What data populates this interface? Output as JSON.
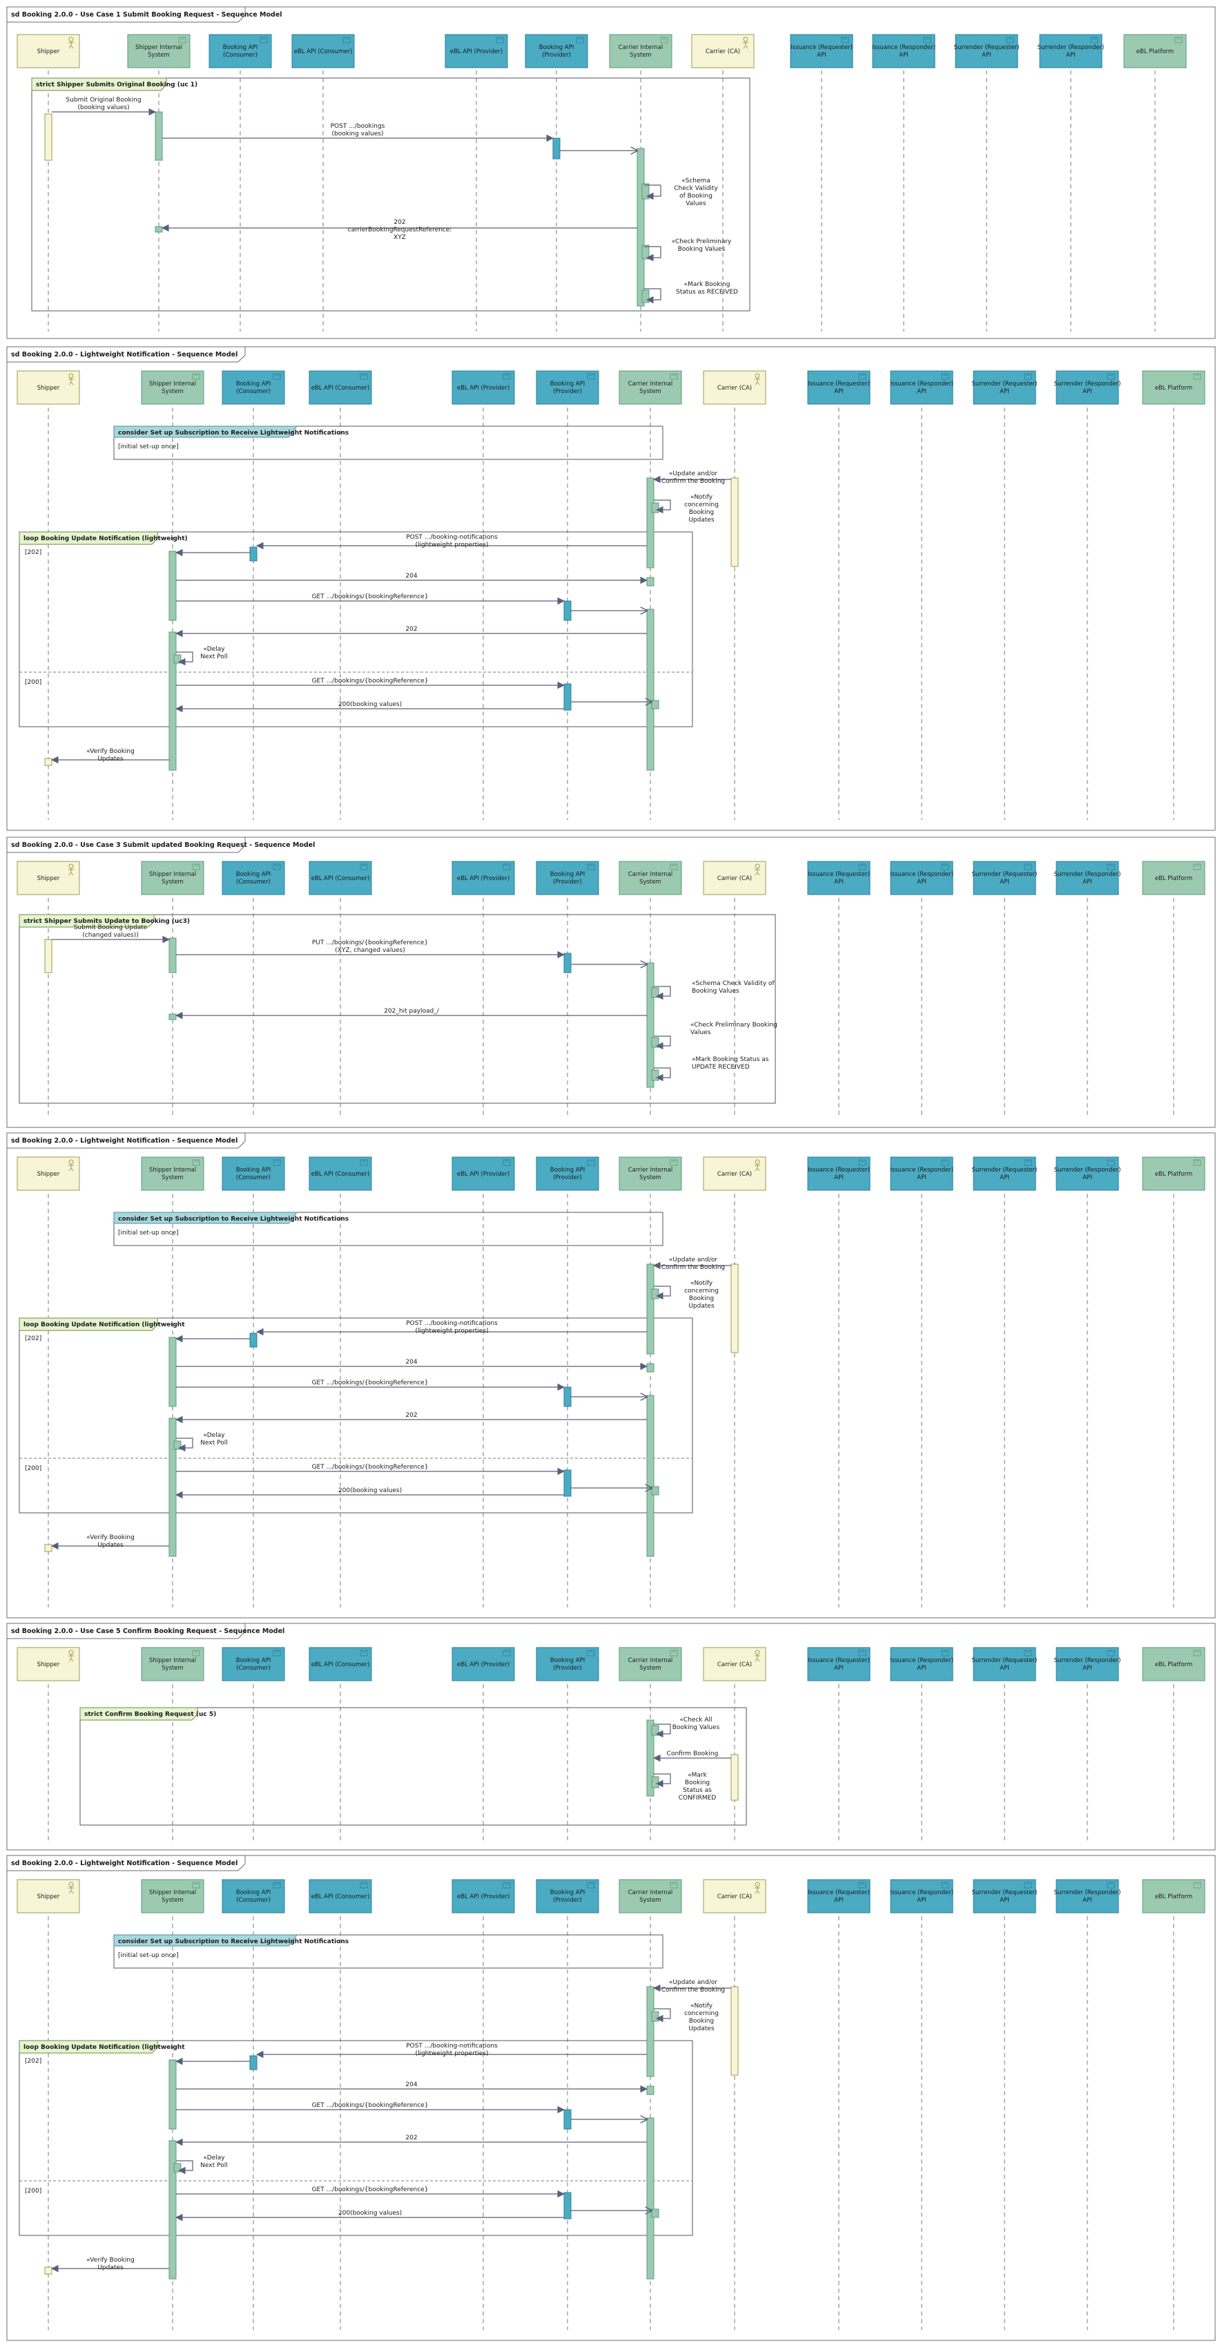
{
  "colors": {
    "actor_fill": "#f7f5d5",
    "actor_stroke": "#9e9a54",
    "internal_fill": "#9ccab0",
    "internal_stroke": "#5b9b7d",
    "api_fill": "#4aabc3",
    "api_stroke": "#2a7f97",
    "note_fill": "#a7d7de",
    "fragment_label_fill": "#e6f4cf",
    "arrow": "#5a5e7c"
  },
  "participants": [
    {
      "id": "shipper",
      "label": [
        "Shipper"
      ],
      "kind": "actor"
    },
    {
      "id": "sis",
      "label": [
        "Shipper Internal",
        "System"
      ],
      "kind": "internal"
    },
    {
      "id": "bapic",
      "label": [
        "Booking API",
        "(Consumer)"
      ],
      "kind": "api"
    },
    {
      "id": "eapic",
      "label": [
        "eBL API (Consumer)"
      ],
      "kind": "api"
    },
    {
      "id": "eapip",
      "label": [
        "eBL API (Provider)"
      ],
      "kind": "api"
    },
    {
      "id": "bapip",
      "label": [
        "Booking API",
        "(Provider)"
      ],
      "kind": "api"
    },
    {
      "id": "cis",
      "label": [
        "Carrier Internal",
        "System"
      ],
      "kind": "internal"
    },
    {
      "id": "carrier",
      "label": [
        "Carrier (CA)"
      ],
      "kind": "actor"
    },
    {
      "id": "iss1",
      "label": [
        "Issuance (Requester)",
        "API"
      ],
      "kind": "api"
    },
    {
      "id": "iss2",
      "label": [
        "Issuance (Responder)",
        "API"
      ],
      "kind": "api"
    },
    {
      "id": "sur1",
      "label": [
        "Surrender (Requester)",
        "API"
      ],
      "kind": "api"
    },
    {
      "id": "sur2",
      "label": [
        "Surrender (Responder)",
        "API"
      ],
      "kind": "api"
    },
    {
      "id": "ebl",
      "label": [
        "eBL Platform"
      ],
      "kind": "internal"
    }
  ],
  "diagrams": [
    {
      "title": "sd Booking 2.0.0 - Use Case 1 Submit Booking Request - Sequence Model",
      "fragment": {
        "label": "strict Shipper Submits Original Booking (uc 1)"
      },
      "messages": [
        {
          "text": [
            "Submit Original Booking",
            "(booking values)"
          ]
        },
        {
          "text": [
            "POST .../bookings",
            "(booking values)"
          ]
        },
        {
          "text": [
            "«Schema",
            "Check Validity",
            "of Booking",
            "Values"
          ]
        },
        {
          "text": [
            "202",
            "carrierBookingRequestReference:",
            "XYZ"
          ]
        },
        {
          "text": [
            "«Check Preliminary",
            "Booking Values"
          ]
        },
        {
          "text": [
            "«Mark Booking",
            "Status as RECEIVED"
          ]
        }
      ]
    },
    {
      "title": "sd Booking 2.0.0 - Lightweight Notification - Sequence Model",
      "note": {
        "label": "consider Set up Subscription to Receive Lightweight Notifications",
        "guard": "[initial set-up once]"
      },
      "fragment": {
        "label": "loop Booking Update Notification (lightweight)"
      },
      "guards": [
        "[202]",
        "[200]"
      ],
      "messages": [
        {
          "text": [
            "«Update and/or",
            "Confirm the Booking"
          ]
        },
        {
          "text": [
            "«Notify",
            "concerning",
            "Booking",
            "Updates"
          ]
        },
        {
          "text": [
            "POST .../booking-notifications",
            "(lightweight properties)"
          ]
        },
        {
          "text": [
            "204"
          ]
        },
        {
          "text": [
            "GET .../bookings/{bookingReference}"
          ]
        },
        {
          "text": [
            "202"
          ]
        },
        {
          "text": [
            "«Delay",
            "Next Poll"
          ]
        },
        {
          "text": [
            "GET .../bookings/{bookingReference}"
          ]
        },
        {
          "text": [
            "200(booking values)"
          ]
        },
        {
          "text": [
            "«Verify Booking",
            "Updates"
          ]
        }
      ]
    },
    {
      "title": "sd Booking 2.0.0 - Use Case 3 Submit updated Booking Request - Sequence Model",
      "fragment": {
        "label": "strict Shipper Submits Update to Booking (uc3)"
      },
      "messages": [
        {
          "text": [
            "Submit Booking Update",
            "(changed values))"
          ]
        },
        {
          "text": [
            "PUT .../bookings/{bookingReference}",
            "(XYZ, changed values)"
          ]
        },
        {
          "text": [
            "«Schema Check Validity of",
            "Booking Values"
          ]
        },
        {
          "text": [
            "202_hit payload_/"
          ]
        },
        {
          "text": [
            "«Check Preliminary Booking",
            "Values"
          ]
        },
        {
          "text": [
            "«Mark Booking Status as",
            "UPDATE RECEIVED"
          ]
        }
      ]
    },
    {
      "title": "sd Booking 2.0.0 - Lightweight Notification - Sequence Model",
      "note": {
        "label": "consider Set up Subscription to Receive Lightweight Notifications",
        "guard": "[initial set-up once]"
      },
      "fragment": {
        "label": "loop Booking Update Notification (lightweight"
      },
      "guards": [
        "[202]",
        "[200]"
      ],
      "messages": [
        {
          "text": [
            "«Update and/or",
            "Confirm the Booking"
          ]
        },
        {
          "text": [
            "«Notify",
            "concerning",
            "Booking",
            "Updates"
          ]
        },
        {
          "text": [
            "POST .../booking-notifications",
            "(lightweight properties)"
          ]
        },
        {
          "text": [
            "204"
          ]
        },
        {
          "text": [
            "GET .../bookings/{bookingReference}"
          ]
        },
        {
          "text": [
            "202"
          ]
        },
        {
          "text": [
            "«Delay",
            "Next Poll"
          ]
        },
        {
          "text": [
            "GET .../bookings/{bookingReference}"
          ]
        },
        {
          "text": [
            "200(booking values)"
          ]
        },
        {
          "text": [
            "«Verify Booking",
            "Updates"
          ]
        }
      ]
    },
    {
      "title": "sd Booking 2.0.0 - Use Case 5 Confirm Booking Request - Sequence Model",
      "fragment": {
        "label": "strict Confirm Booking Request (uc 5)"
      },
      "messages": [
        {
          "text": [
            "«Check All",
            "Booking Values"
          ]
        },
        {
          "text": [
            "Confirm Booking"
          ]
        },
        {
          "text": [
            "«Mark",
            "Booking",
            "Status as",
            "CONFIRMED"
          ]
        }
      ]
    },
    {
      "title": "sd Booking 2.0.0 - Lightweight Notification - Sequence Model",
      "note": {
        "label": "consider Set up Subscription to Receive Lightweight Notifications",
        "guard": "[initial set-up once]"
      },
      "fragment": {
        "label": "loop Booking Update Notification (lightweight"
      },
      "guards": [
        "[202]",
        "[200]"
      ],
      "messages": [
        {
          "text": [
            "«Update and/or",
            "Confirm the Booking"
          ]
        },
        {
          "text": [
            "«Notify",
            "concerning",
            "Booking",
            "Updates"
          ]
        },
        {
          "text": [
            "POST .../booking-notifications",
            "(lightweight properties)"
          ]
        },
        {
          "text": [
            "204"
          ]
        },
        {
          "text": [
            "GET .../bookings/{bookingReference}"
          ]
        },
        {
          "text": [
            "202"
          ]
        },
        {
          "text": [
            "«Delay",
            "Next Poll"
          ]
        },
        {
          "text": [
            "GET .../bookings/{bookingReference}"
          ]
        },
        {
          "text": [
            "200(booking values)"
          ]
        },
        {
          "text": [
            "«Verify Booking",
            "Updates"
          ]
        }
      ]
    }
  ]
}
